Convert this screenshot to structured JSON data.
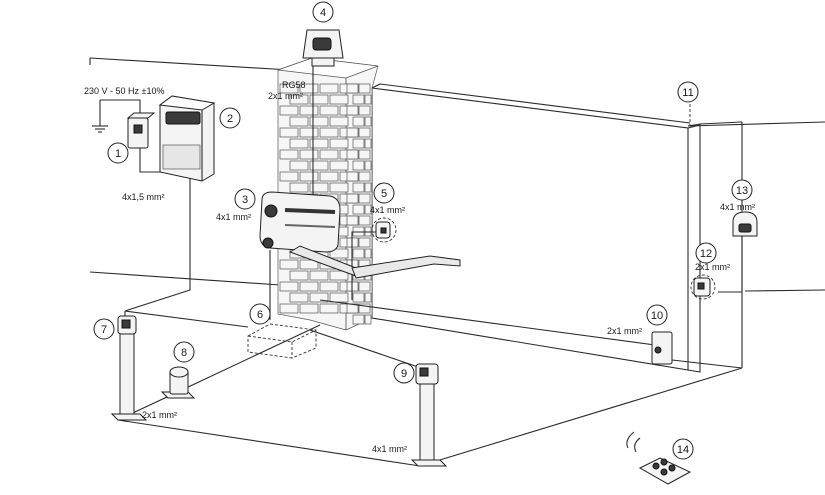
{
  "labels": {
    "power": "230 V - 50 Hz ±10%",
    "rg58": "RG58",
    "w_antenna": "2x1 mm²",
    "w_power": "4x1,5 mm²",
    "w_motor": "4x1 mm²",
    "w_lamp5": "4x1 mm²",
    "w_photo10": "2x1 mm²",
    "w_keypad12": "2x1 mm²",
    "w_lamp13": "4x1 mm²",
    "w_post7": "2x1 mm²",
    "w_post9": "4x1 mm²"
  },
  "callouts": [
    "1",
    "2",
    "3",
    "4",
    "5",
    "6",
    "7",
    "8",
    "9",
    "10",
    "11",
    "12",
    "13",
    "14"
  ],
  "colors": {
    "line": "#2b2b2b",
    "device_fill": "#f4f4f4",
    "device_dark": "#3a3a3a"
  }
}
